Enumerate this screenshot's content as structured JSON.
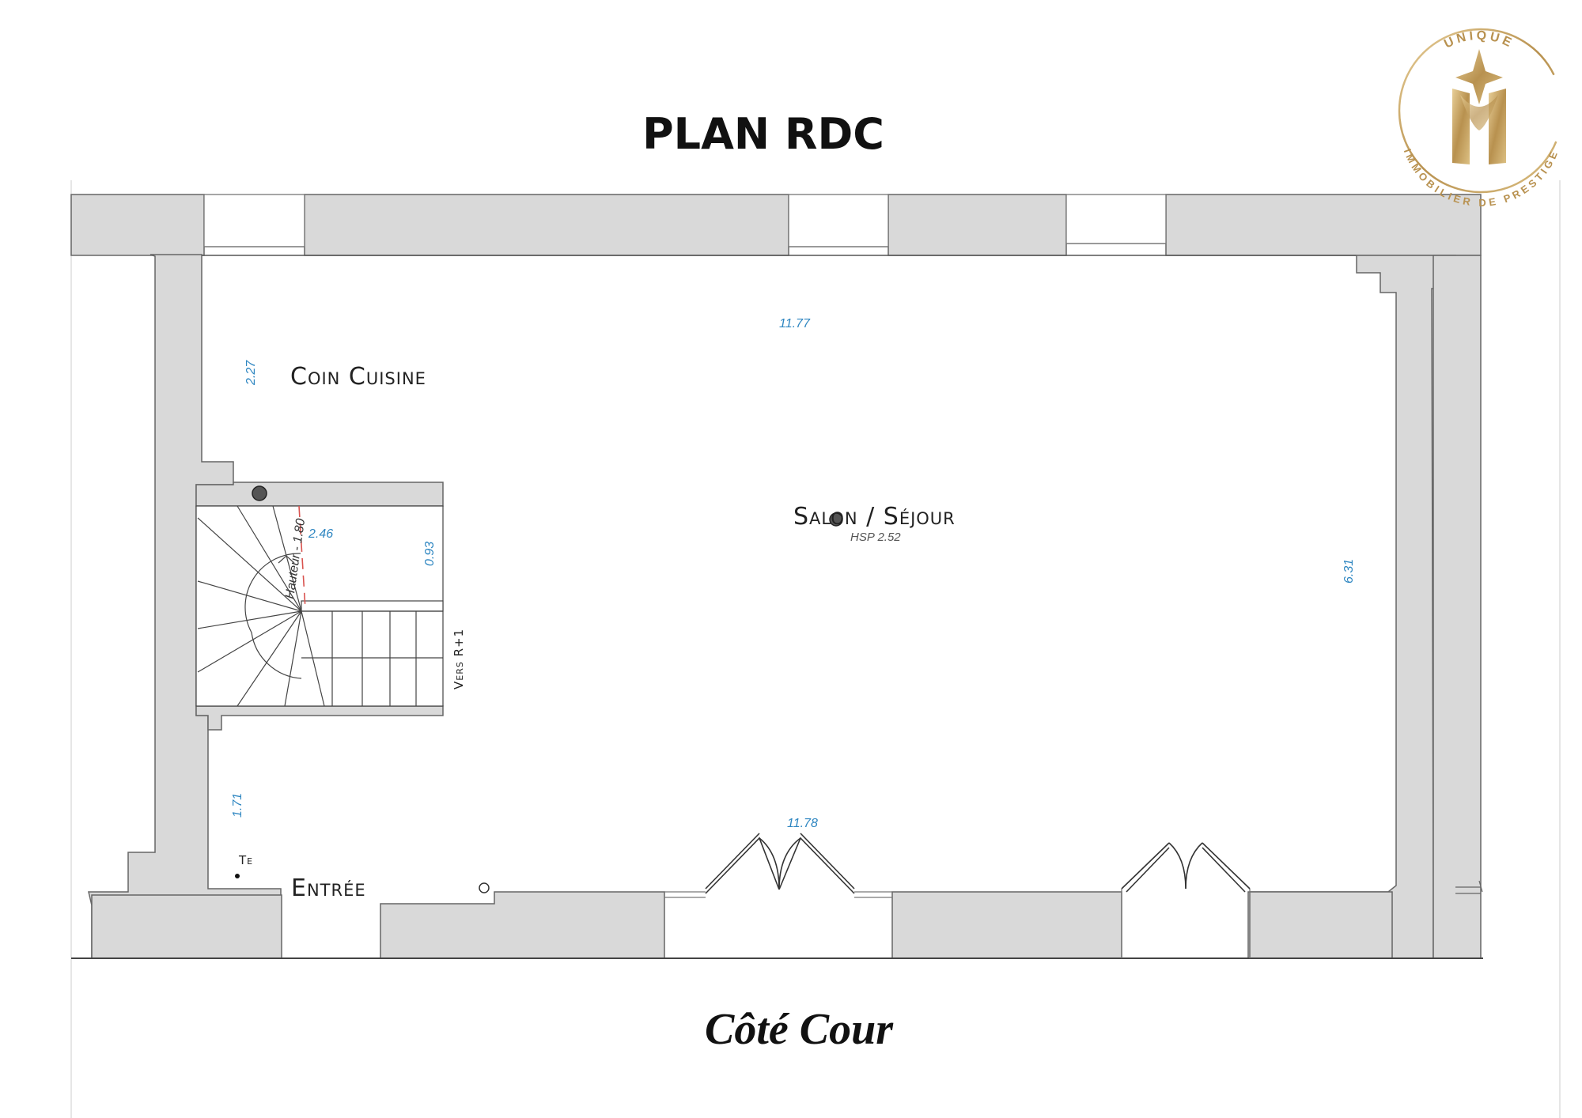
{
  "plan": {
    "title": "PLAN RDC",
    "courtyard_label": "Côté Cour",
    "rooms": {
      "kitchen": "Coin Cuisine",
      "living": "Salon / Séjour",
      "living_height": "HSP 2.52",
      "entrance": "Entrée",
      "te": "Te"
    },
    "stairs_label": "Vers R+1",
    "stairs_height": "Hauteur - 1.80",
    "dimensions": {
      "top_width": "11.77",
      "bottom_width": "11.78",
      "right_depth": "6.31",
      "kitchen_depth": "2.27",
      "stair_width": "2.46",
      "stair_depth": "0.93",
      "entrance_depth": "1.71"
    }
  },
  "logo": {
    "top_text": "UNIQUE",
    "bottom_text": "IMMOBILIER DE PRESTIGE",
    "color": "#c9a86a"
  },
  "colors": {
    "wall_fill": "#d9d9d9",
    "dimension_text": "#2e86c1",
    "stair_cut_line": "#d9534f"
  }
}
